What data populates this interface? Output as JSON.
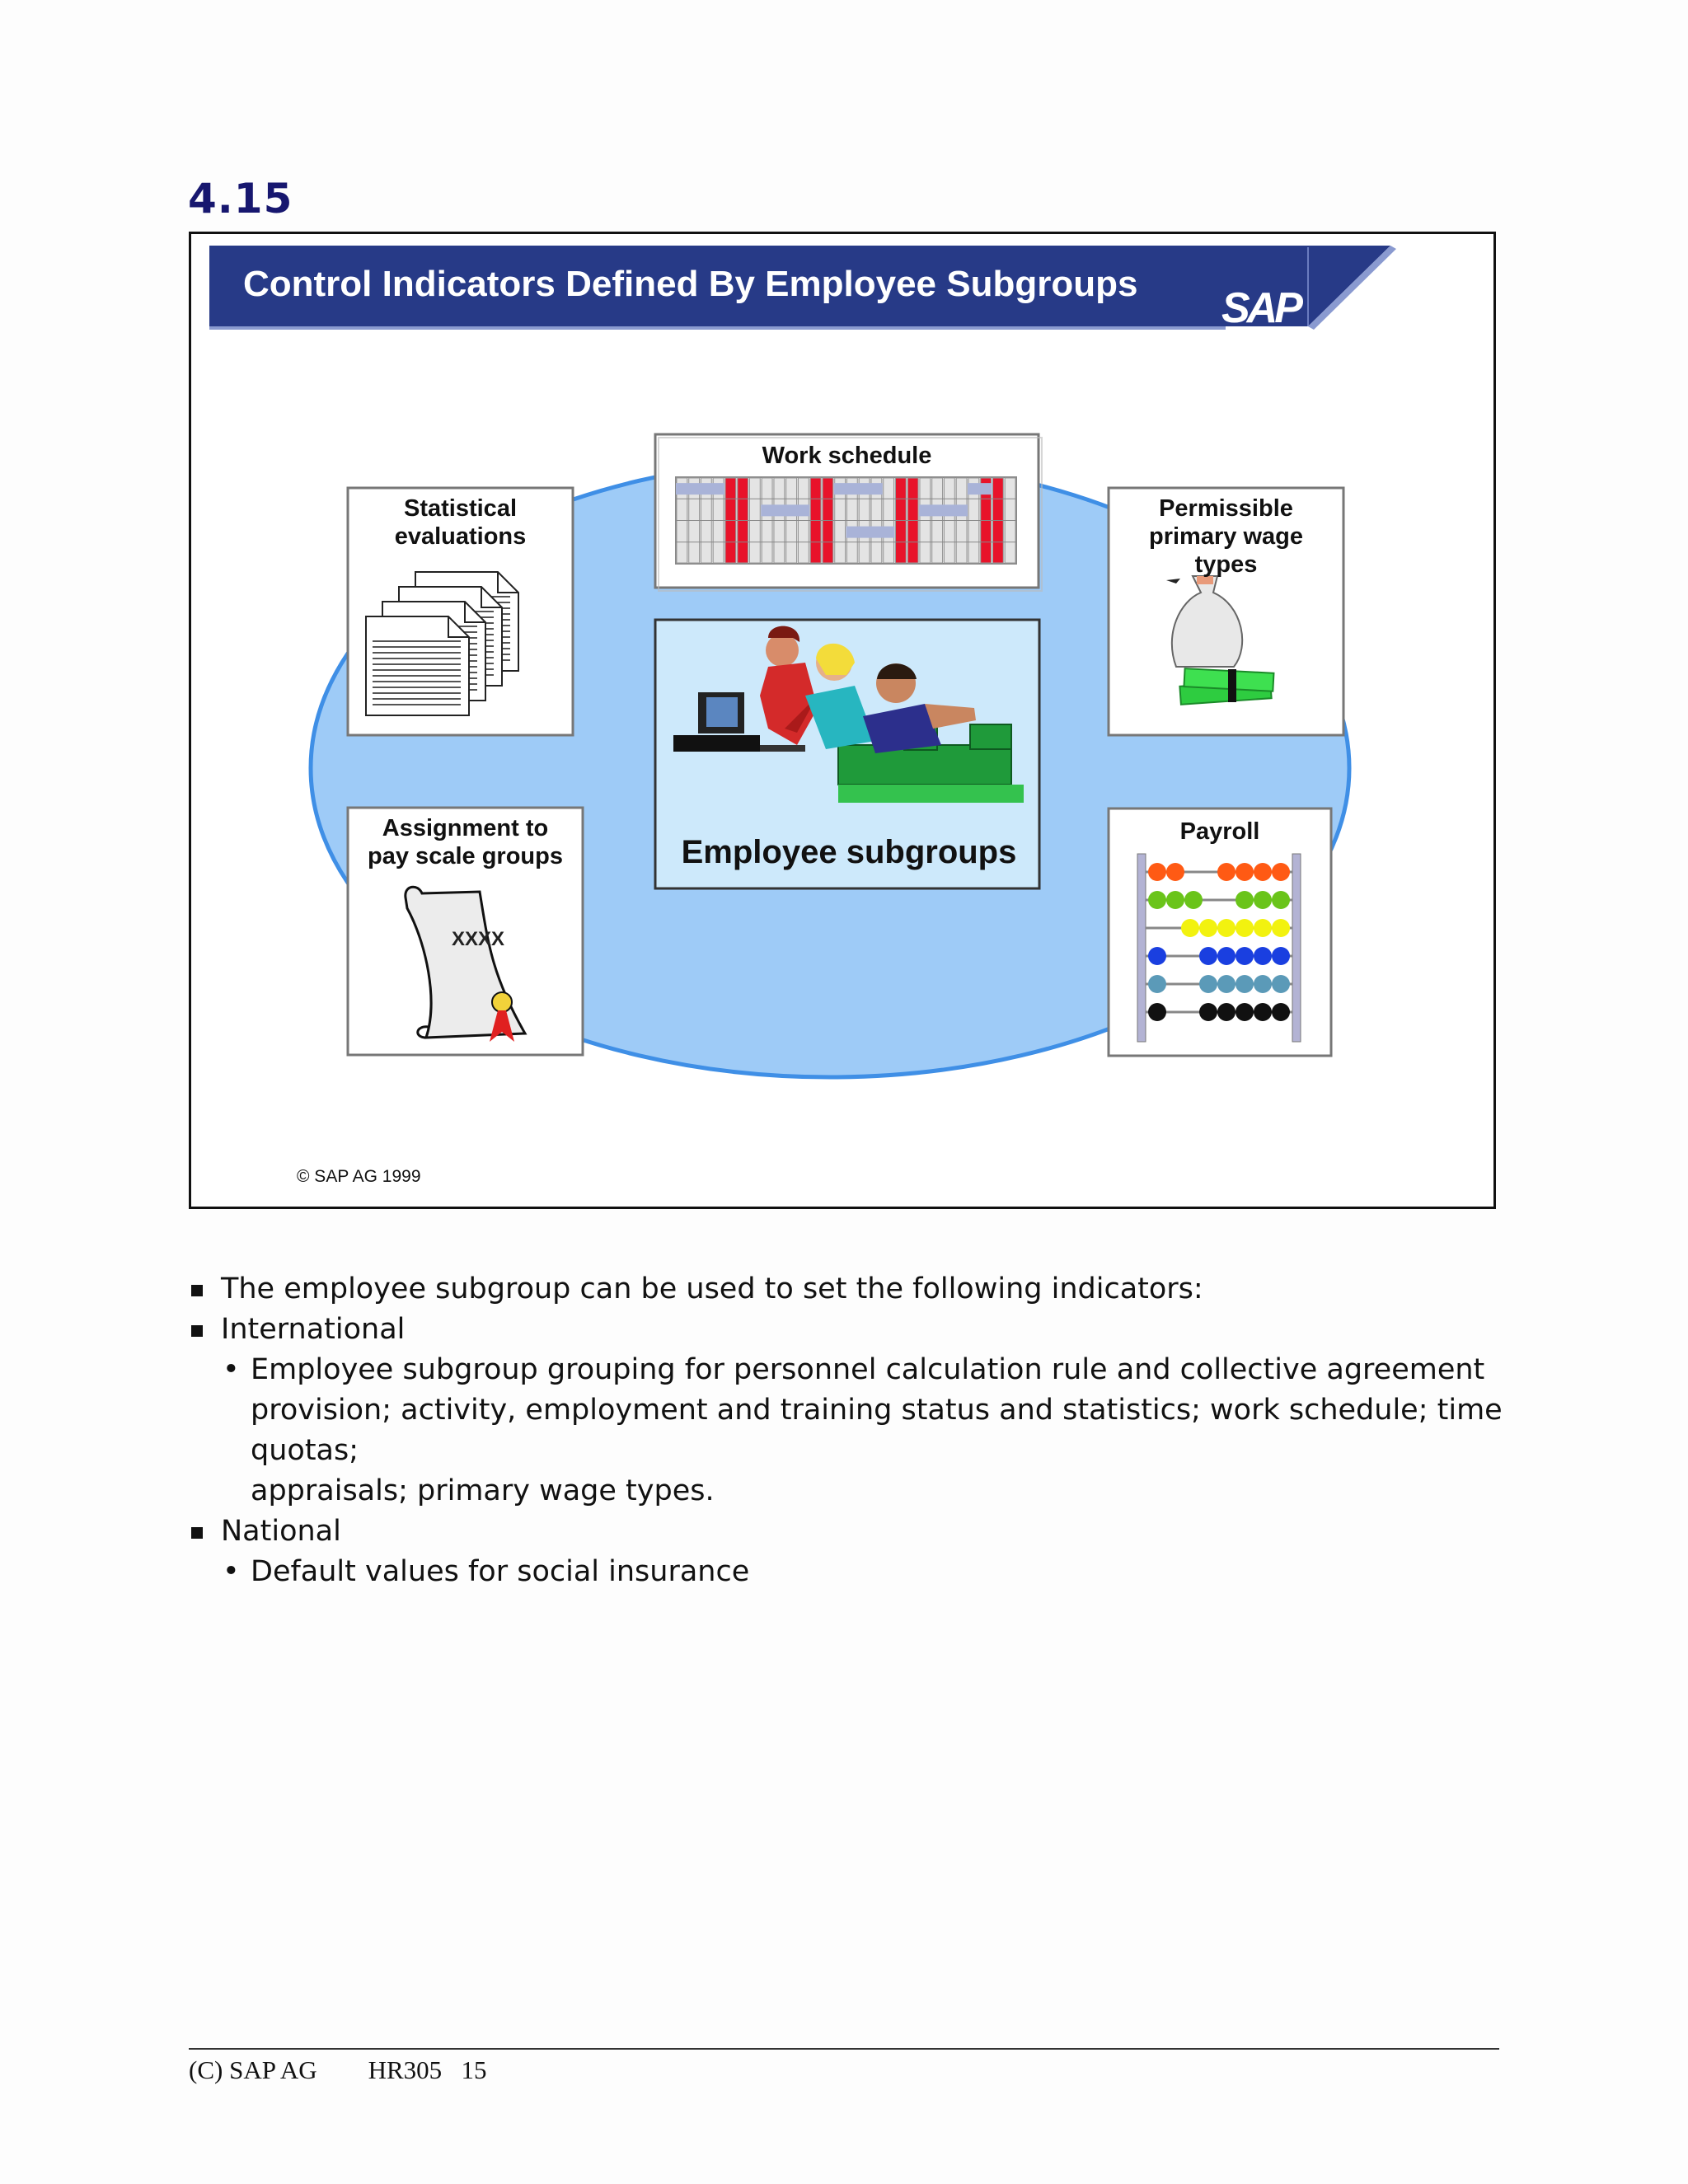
{
  "section": {
    "number": "4.15"
  },
  "slide": {
    "title": "Control Indicators Defined By Employee Subgroups",
    "logo": "SAP",
    "center_label": "Employee subgroups",
    "boxes": {
      "work_schedule": "Work schedule",
      "statistical_line1": "Statistical",
      "statistical_line2": "evaluations",
      "permissible_line1": "Permissible",
      "permissible_line2": "primary wage",
      "permissible_line3": "types",
      "assignment_line1": "Assignment to",
      "assignment_line2": "pay scale groups",
      "payroll": "Payroll"
    },
    "scroll_text": "XXXX",
    "copyright": "©  SAP AG 1999",
    "colors": {
      "title_bar": "#273a87",
      "ellipse_fill": "#9ecbf7",
      "ellipse_stroke": "#3f8fe6",
      "center_fill": "#cde9fb"
    },
    "icons": [
      "document-stack-icon",
      "calendar-grid-icon",
      "money-bag-icon",
      "certificate-scroll-icon",
      "abacus-icon",
      "office-workers-icon"
    ]
  },
  "bullets": {
    "b1": "The employee subgroup can be used to set the following indicators:",
    "b2": "International",
    "b2_sub1_l1": "Employee subgroup grouping for personnel calculation rule and collective agreement",
    "b2_sub1_l2": "provision; activity, employment and training status and statistics; work schedule; time quotas;",
    "b2_sub1_l3": "appraisals; primary wage types.",
    "b3": "National",
    "b3_sub1": "Default values for social insurance"
  },
  "footer": {
    "left": "(C) SAP AG",
    "course": "HR305",
    "page": "15"
  }
}
